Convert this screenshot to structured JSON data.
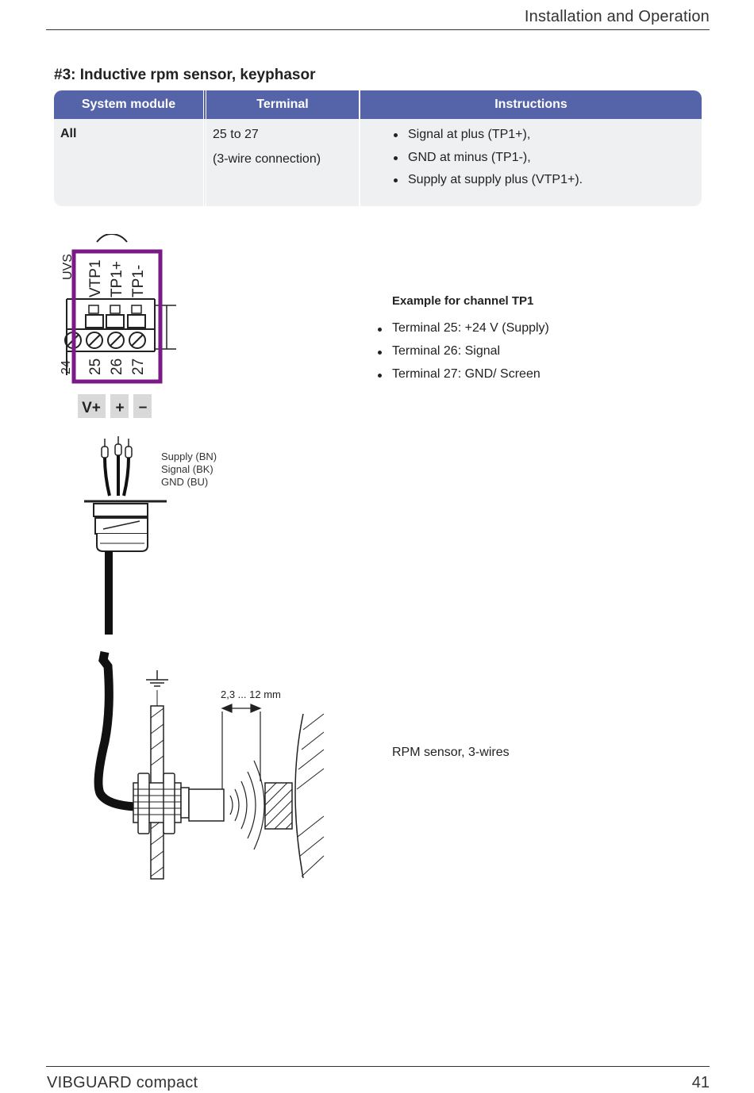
{
  "header": {
    "title": "Installation and Operation"
  },
  "section": {
    "title": "#3: Inductive rpm sensor, keyphasor"
  },
  "table": {
    "headers": [
      "System module",
      "Terminal",
      "Instructions"
    ],
    "row": {
      "module": "All",
      "terminal_lines": [
        "25 to 27",
        "(3-wire connection)"
      ],
      "instructions": [
        "Signal at plus (TP1+),",
        "GND at minus (TP1-),",
        "Supply at supply plus (VTP1+)."
      ]
    }
  },
  "diagram": {
    "pin_labels": [
      "VTP1",
      "TP1+",
      "TP1-"
    ],
    "terminal_numbers": [
      "25",
      "26",
      "27"
    ],
    "polarity_labels": [
      "V+",
      "+",
      "–"
    ],
    "wire_labels": [
      "Supply (BN)",
      "Signal (BK)",
      "GND (BU)"
    ],
    "gap_label": "2,3 ... 12 mm",
    "colors": {
      "highlight": "#7a1a86",
      "header": "#5563a8",
      "cell": "#eef0f2",
      "polarity_box": "#d9d9d9"
    }
  },
  "example": {
    "title": "Example for channel TP1",
    "items": [
      "Terminal 25: +24 V (Supply)",
      "Terminal 26: Signal",
      "Terminal 27: GND/ Screen"
    ]
  },
  "sensor_caption": "RPM sensor, 3-wires",
  "footer": {
    "product": "VIBGUARD compact",
    "page": "41"
  }
}
